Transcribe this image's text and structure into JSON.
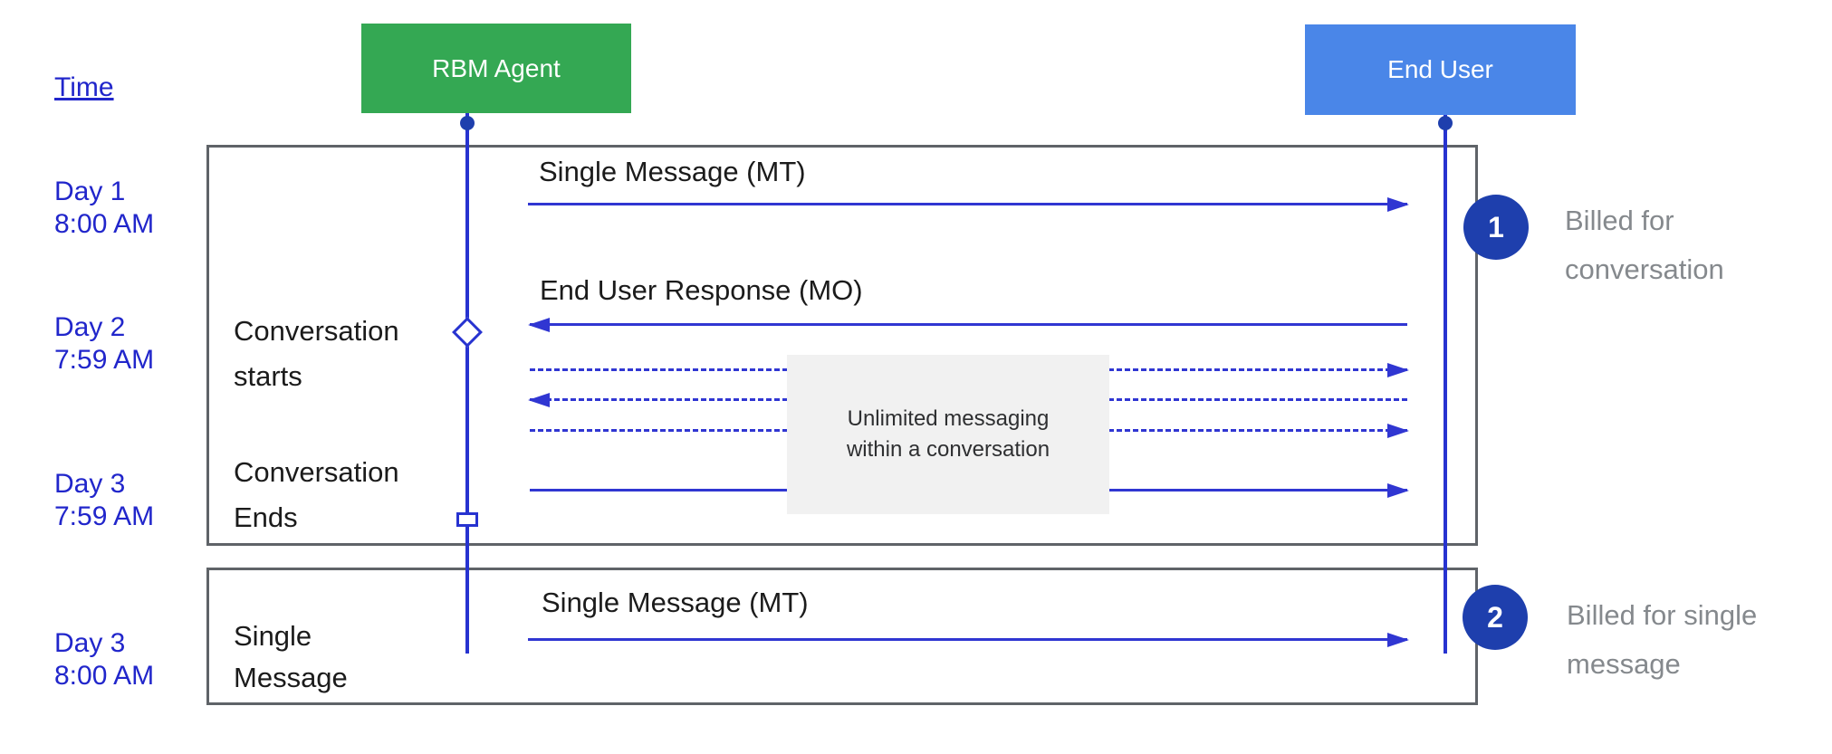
{
  "time_axis": {
    "label": "Time"
  },
  "actors": {
    "rbm": {
      "label": "RBM Agent",
      "color": "#34a853"
    },
    "end_user": {
      "label": "End User",
      "color": "#4a86e8"
    }
  },
  "timeline": [
    {
      "day": "Day 1",
      "time": "8:00 AM"
    },
    {
      "day": "Day 2",
      "time": "7:59 AM"
    },
    {
      "day": "Day 3",
      "time": "7:59 AM"
    },
    {
      "day": "Day 3",
      "time": "8:00 AM"
    }
  ],
  "conversation_block": {
    "start_line1": "Conversation",
    "start_line2": "starts",
    "end_line1": "Conversation",
    "end_line2": "Ends",
    "message_mt": "Single Message (MT)",
    "message_mo": "End User Response (MO)",
    "note_line1": "Unlimited messaging",
    "note_line2": "within a conversation"
  },
  "single_message_block": {
    "label_line1": "Single",
    "label_line2": "Message",
    "message_mt": "Single Message (MT)"
  },
  "billing_badges": [
    {
      "number": "1",
      "label_line1": "Billed for",
      "label_line2": "conversation"
    },
    {
      "number": "2",
      "label_line1": "Billed for single",
      "label_line2": "message"
    }
  ],
  "colors": {
    "rbm_green": "#34a853",
    "end_user_blue": "#4a86e8",
    "line_blue": "#3036d2",
    "day_label_blue": "#2126cb",
    "badge_navy": "#1e3fad",
    "frame_gray": "#5f6368",
    "note_bg": "#f1f1f1",
    "billing_text_gray": "#85898d"
  }
}
